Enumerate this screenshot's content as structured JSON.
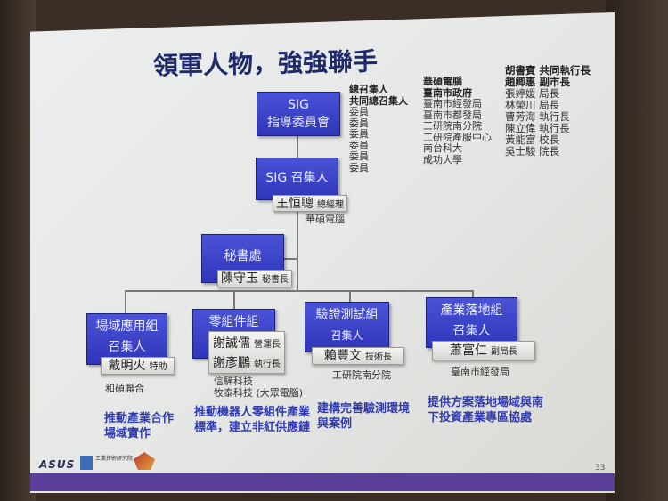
{
  "title": "領軍人物，強強聯手",
  "org": {
    "steering": {
      "line1": "SIG",
      "line2": "指導委員會"
    },
    "convener": {
      "label": "SIG 召集人",
      "name": "王恒聰",
      "role": "總經理",
      "org": "華碩電腦"
    },
    "secretariat": {
      "label": "秘書處",
      "name": "陳守玉",
      "role": "秘書長"
    },
    "groups": [
      {
        "name": "場域應用組",
        "sub": "召集人",
        "people": [
          {
            "name": "戴明火",
            "role": "特助"
          }
        ],
        "org": [
          "和碩聯合"
        ],
        "goal": [
          "推動產業合作",
          "場域實作"
        ]
      },
      {
        "name": "零組件組",
        "sub": "",
        "people": [
          {
            "name": "謝誠儒",
            "role": "營運長"
          },
          {
            "name": "謝彥鵬",
            "role": "執行長"
          }
        ],
        "org": [
          "信驊科技",
          "牧泰科技 (大眾電腦)"
        ],
        "goal": [
          "推動機器人零組件產業",
          "標準，建立非紅供應鏈"
        ]
      },
      {
        "name": "驗證測試組",
        "sub": "召集人",
        "people": [
          {
            "name": "賴豐文",
            "role": "技術長"
          }
        ],
        "org": [
          "工研院南分院"
        ],
        "goal": [
          "建構完善驗測環境",
          "與案例"
        ]
      },
      {
        "name": "產業落地組",
        "sub": "召集人",
        "people": [
          {
            "name": "蕭富仁",
            "role": "副局長"
          }
        ],
        "org": [
          "臺南市經發局"
        ],
        "goal": [
          "提供方案落地場域與南",
          "下投資產業專區協處"
        ]
      }
    ]
  },
  "committee": {
    "roles": [
      "總召集人",
      "共同總召集人",
      "委員",
      "委員",
      "委員",
      "委員",
      "委員",
      "委員"
    ],
    "orgs": [
      "華碩電腦",
      "臺南市政府",
      "臺南市經發局",
      "臺南市都發局",
      "工研院南分院",
      "工研院產服中心",
      "南台科大",
      "成功大學"
    ],
    "members": [
      "胡書賓 共同執行長",
      "趙卿惠 副市長",
      "張婷媛 局長",
      "林榮川 局長",
      "曹芳海 執行長",
      "陳立偉 執行長",
      "黃能富 校長",
      "吳士駿 院長"
    ]
  },
  "footer": {
    "logos": [
      "ASUS",
      "工業技術研究院",
      "台南"
    ],
    "page_number": "33"
  },
  "colors": {
    "box": "#3a42c8",
    "title": "#1f2a6a",
    "goal_text": "#2f3ab0",
    "footer_bar": "#5a3f9a"
  }
}
